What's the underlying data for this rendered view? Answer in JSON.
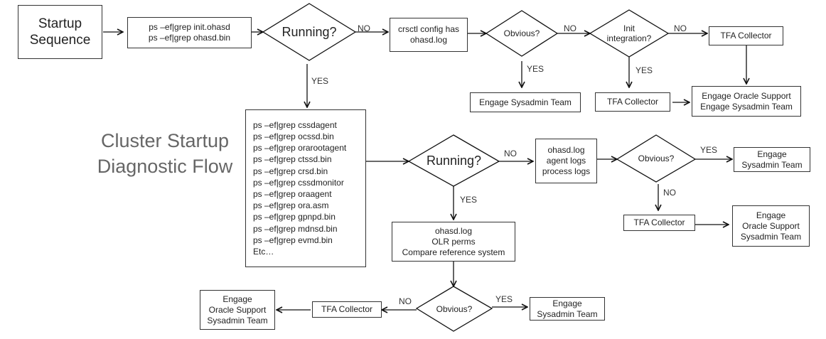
{
  "title": "Cluster Startup\nDiagnostic Flow",
  "nodes": {
    "startup": "Startup\nSequence",
    "ohasd_check": "ps –ef|grep init.ohasd\nps –ef|grep ohasd.bin",
    "running1": "Running?",
    "crsctl": "crsctl config has\nohasd.log",
    "obvious1": "Obvious?",
    "init_integration": "Init\nintegration?",
    "tfa1": "TFA Collector",
    "engage_sysadmin1": "Engage Sysadmin Team",
    "tfa2": "TFA Collector",
    "engage_oracle_sysadmin1": "Engage Oracle Support\nEngage Sysadmin Team",
    "process_checks": "ps –ef|grep cssdagent\nps –ef|grep ocssd.bin\nps –ef|grep orarootagent\nps –ef|grep ctssd.bin\nps –ef|grep crsd.bin\nps –ef|grep cssdmonitor\nps –ef|grep oraagent\nps –ef|grep ora.asm\nps –ef|grep gpnpd.bin\nps –ef|grep mdnsd.bin\nps –ef|grep evmd.bin\nEtc…",
    "running2": "Running?",
    "logs": "ohasd.log\nagent logs\nprocess logs",
    "obvious2": "Obvious?",
    "engage_sysadmin2": "Engage\nSysadmin Team",
    "tfa3": "TFA Collector",
    "engage_oracle3": "Engage\nOracle Support\nSysadmin Team",
    "olr": "ohasd.log\nOLR perms\nCompare reference system",
    "obvious3": "Obvious?",
    "tfa4": "TFA Collector",
    "engage_oracle4": "Engage\nOracle Support\nSysadmin Team",
    "engage_sysadmin3": "Engage\nSysadmin Team"
  },
  "labels": {
    "no1": "NO",
    "no2": "NO",
    "no3": "NO",
    "yes1": "YES",
    "yes2": "YES",
    "yes3": "YES",
    "no4": "NO",
    "yes4": "YES",
    "yes5": "YES",
    "no5": "NO",
    "no6": "NO",
    "yes6": "YES"
  }
}
